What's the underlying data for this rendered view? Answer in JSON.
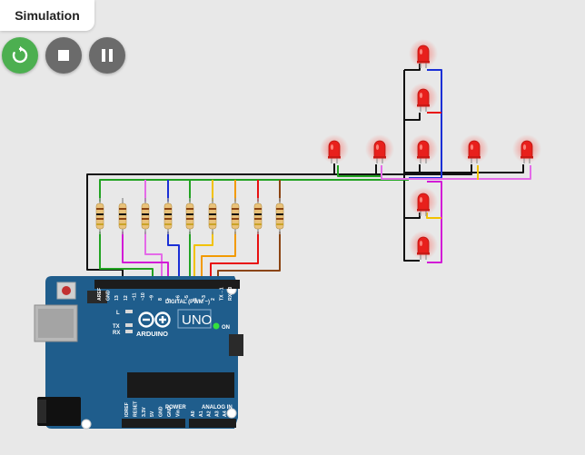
{
  "tabs": [
    {
      "label": "Simulation"
    }
  ],
  "toolbar": {
    "restart": {
      "icon": "restart-icon",
      "color": "#4caf50"
    },
    "stop": {
      "icon": "stop-icon",
      "color": "#6b6b6b"
    },
    "pause": {
      "icon": "pause-icon",
      "color": "#6b6b6b"
    }
  },
  "board": {
    "model": "UNO",
    "brand": "ARDUINO",
    "digital_label": "DIGITAL (PWM ~)",
    "on_label": "ON",
    "l_label": "L",
    "tx_label": "TX",
    "rx_label": "RX",
    "power_label": "POWER",
    "analog_label": "ANALOG IN",
    "digital_pins": [
      "AREF",
      "GND",
      "13",
      "12",
      "~11",
      "~10",
      "~9",
      "8",
      "7",
      "~6",
      "~5",
      "4",
      "~3",
      "2",
      "TX→1",
      "RX←0"
    ],
    "power_pins": [
      "IOREF",
      "RESET",
      "3.3V",
      "5V",
      "GND",
      "GND",
      "Vin"
    ],
    "analog_pins": [
      "A0",
      "A1",
      "A2",
      "A3",
      "A4",
      "A5"
    ]
  },
  "colors": {
    "canvas": "#e8e8e8",
    "board": "#1f5d8c",
    "led_red": "#e8201c",
    "wire_black": "#111111",
    "wire_green": "#22a322",
    "wire_blue": "#1a2fd6",
    "wire_pink": "#e46ae8",
    "wire_magenta": "#d21bd6",
    "wire_yellow": "#f2c200",
    "wire_orange": "#f29a00",
    "wire_red": "#e81010",
    "wire_brown": "#8b4513",
    "resistor_body": "#e9c27a"
  }
}
